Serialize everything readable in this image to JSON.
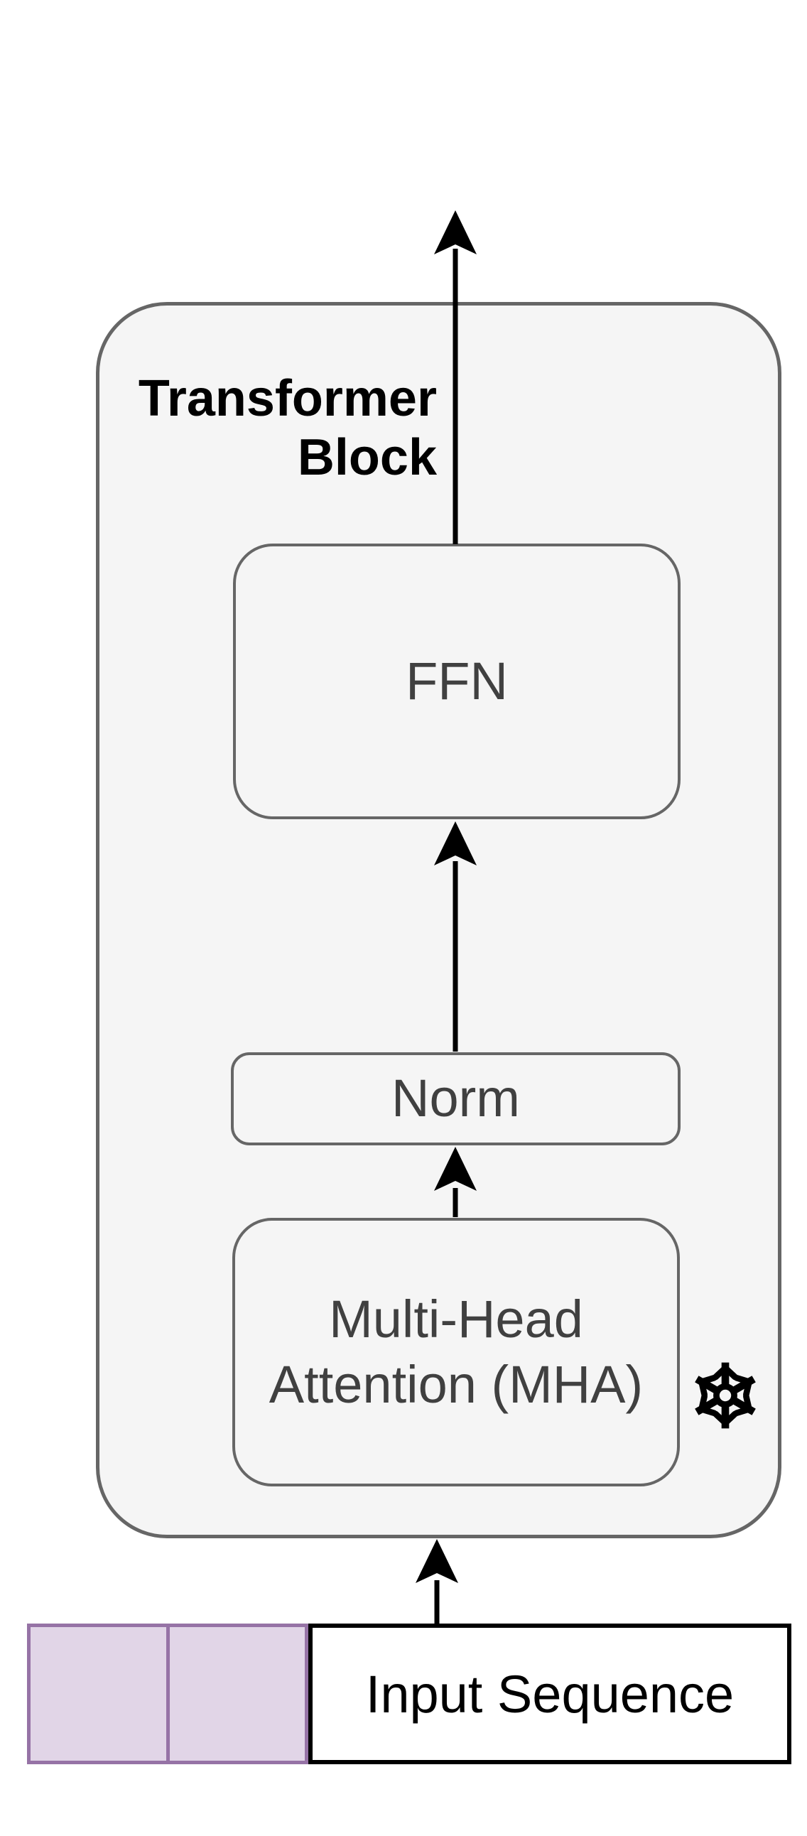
{
  "container": {
    "label": "Transformer Block"
  },
  "nodes": {
    "ffn": {
      "label": "FFN"
    },
    "norm": {
      "label": "Norm"
    },
    "mha": {
      "label": "Multi-Head Attention (MHA)",
      "frozen_icon": "snowflake-icon"
    },
    "input_sequence": {
      "label": "Input Sequence"
    }
  },
  "sequence_cells": {
    "count": 2,
    "fill": "#E1D5E7",
    "stroke": "#9673A6"
  },
  "arrows": [
    {
      "name": "arrow-input-to-block"
    },
    {
      "name": "arrow-mha-to-norm"
    },
    {
      "name": "arrow-norm-to-ffn"
    },
    {
      "name": "arrow-ffn-to-output"
    }
  ],
  "colors": {
    "page_bg": "#FFFFFF",
    "block_fill": "#F5F5F5",
    "block_stroke": "#666666",
    "node_text": "#404040",
    "title_text": "#000000",
    "arrow": "#000000",
    "input_fill": "#FFFFFF",
    "input_stroke": "#000000",
    "snowflake": "#000000"
  }
}
